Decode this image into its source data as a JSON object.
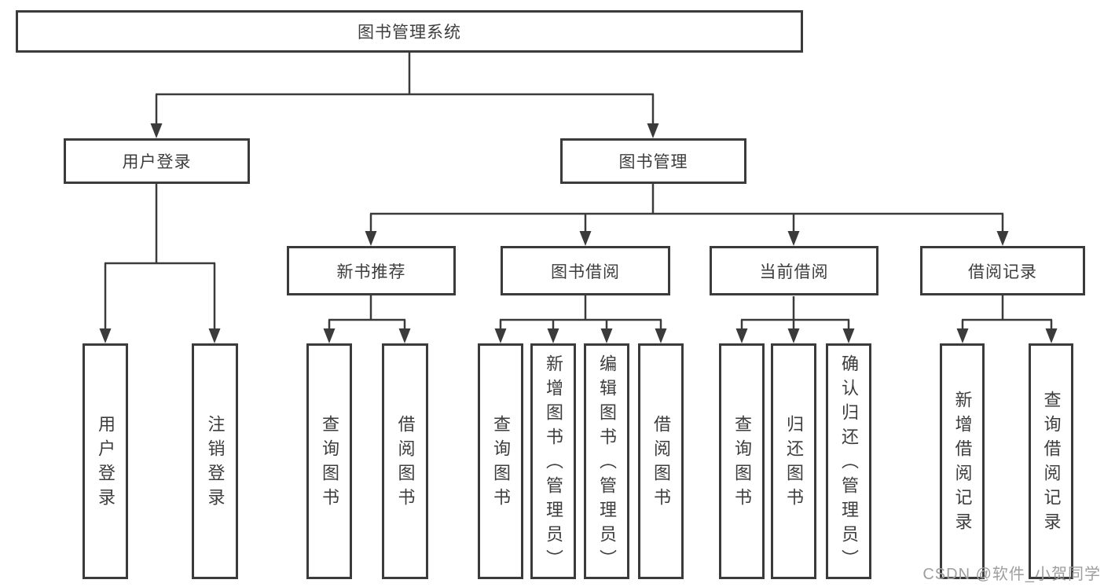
{
  "diagram_type": "hierarchy",
  "tree": {
    "label": "图书管理系统",
    "children": [
      {
        "label": "用户登录",
        "children": [
          {
            "label": "用户登录"
          },
          {
            "label": "注销登录"
          }
        ]
      },
      {
        "label": "图书管理",
        "children": [
          {
            "label": "新书推荐",
            "children": [
              {
                "label": "查询图书"
              },
              {
                "label": "借阅图书"
              }
            ]
          },
          {
            "label": "图书借阅",
            "children": [
              {
                "label": "查询图书"
              },
              {
                "label": "新增图书（管理员）"
              },
              {
                "label": "编辑图书（管理员）"
              },
              {
                "label": "借阅图书"
              }
            ]
          },
          {
            "label": "当前借阅",
            "children": [
              {
                "label": "查询图书"
              },
              {
                "label": "归还图书"
              },
              {
                "label": "确认归还（管理员）"
              }
            ]
          },
          {
            "label": "借阅记录",
            "children": [
              {
                "label": "新增借阅记录"
              },
              {
                "label": "查询借阅记录"
              }
            ]
          }
        ]
      }
    ]
  },
  "watermark": {
    "text": "CSDN @软件_小贺同学"
  },
  "colors": {
    "line": "#3b3b3b",
    "text": "#3d3d3d",
    "background": "#ffffff",
    "watermark": "#9e9e9e"
  }
}
